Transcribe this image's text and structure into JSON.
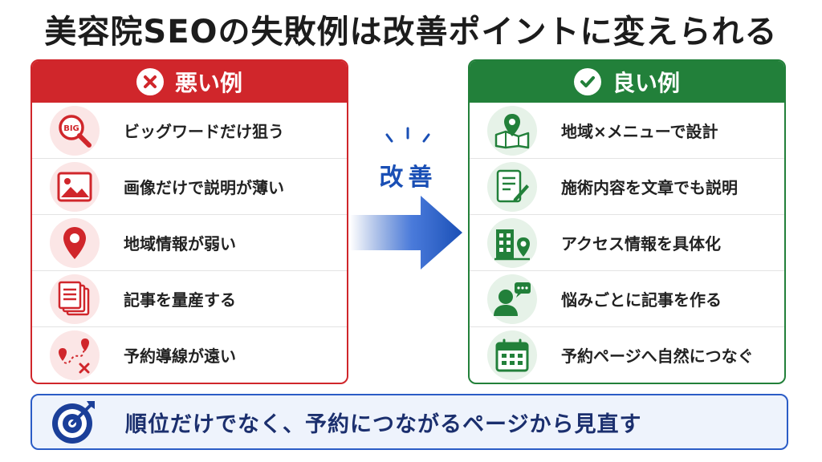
{
  "title": "美容院SEOの失敗例は改善ポイントに変えられる",
  "bad": {
    "heading": "悪い例",
    "items": [
      {
        "text": "ビッグワードだけ狙う",
        "icon": "big-keyword-magnifier-icon",
        "icon_text": "BIG"
      },
      {
        "text": "画像だけで説明が薄い",
        "icon": "image-icon"
      },
      {
        "text": "地域情報が弱い",
        "icon": "map-pin-icon"
      },
      {
        "text": "記事を量産する",
        "icon": "document-stack-icon"
      },
      {
        "text": "予約導線が遠い",
        "icon": "route-icon"
      }
    ]
  },
  "middle": {
    "label": "改善"
  },
  "good": {
    "heading": "良い例",
    "items": [
      {
        "text": "地域×メニューで設計",
        "icon": "map-location-icon"
      },
      {
        "text": "施術内容を文章でも説明",
        "icon": "document-pen-icon"
      },
      {
        "text": "アクセス情報を具体化",
        "icon": "building-pin-icon"
      },
      {
        "text": "悩みごとに記事を作る",
        "icon": "person-chat-icon"
      },
      {
        "text": "予約ページへ自然につなぐ",
        "icon": "calendar-icon"
      }
    ]
  },
  "banner": {
    "text": "順位だけでなく、予約につながるページから見直す",
    "icon": "target-icon"
  },
  "colors": {
    "bad": "#d0262b",
    "good": "#22803a",
    "accent": "#1a4fb5",
    "banner_bg": "#eef3fc"
  }
}
